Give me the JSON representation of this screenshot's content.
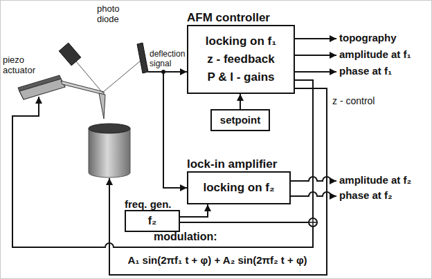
{
  "diagram": {
    "nodes": [
      {
        "text": [
          "AFM controller",
          "locking on f₁",
          "z - feedback",
          "P & I - gains"
        ]
      },
      {
        "text": [
          "setpoint"
        ]
      },
      {
        "text": [
          "lock-in amplifier",
          "locking on f₂"
        ]
      },
      {
        "text": [
          "freq. gen.",
          "f₂"
        ]
      }
    ],
    "edges": [
      {
        "from": 1,
        "to": 0,
        "arrow": "to"
      },
      {
        "from": 3,
        "to": 2,
        "arrow": "to"
      }
    ],
    "labels": [
      "photo diode",
      "deflection signal",
      "piezo actuator",
      "topography",
      "amplitude at f₁",
      "phase at f₁",
      "z - control",
      "amplitude at f₂",
      "phase at f₂",
      "modulation:",
      "A₁ sin(2πf₁ t + φ) + A₂ sin(2πf₂ t + φ)"
    ]
  }
}
